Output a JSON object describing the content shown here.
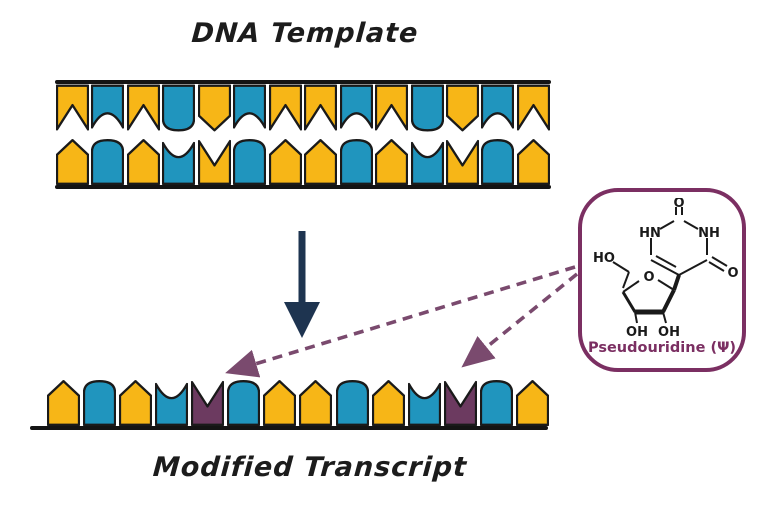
{
  "titles": {
    "dna_template": "DNA Template",
    "modified_transcript": "Modified Transcript"
  },
  "colors": {
    "yellow": "#F7B617",
    "blue": "#2095BE",
    "purple": "#6C3A60",
    "outline": "#1a1a1a",
    "arrow_navy": "#1E3450",
    "box_border": "#7B2F62",
    "dashed_arrow": "#7A4A6E",
    "label_purple": "#7B2F62"
  },
  "strands": {
    "template_top": {
      "direction": "down",
      "bases": [
        {
          "shape": "notch",
          "color": "yellow"
        },
        {
          "shape": "arc",
          "color": "blue"
        },
        {
          "shape": "notch",
          "color": "yellow"
        },
        {
          "shape": "round",
          "color": "blue"
        },
        {
          "shape": "point",
          "color": "yellow"
        },
        {
          "shape": "arc",
          "color": "blue"
        },
        {
          "shape": "notch",
          "color": "yellow"
        },
        {
          "shape": "notch",
          "color": "yellow"
        },
        {
          "shape": "arc",
          "color": "blue"
        },
        {
          "shape": "notch",
          "color": "yellow"
        },
        {
          "shape": "round",
          "color": "blue"
        },
        {
          "shape": "point",
          "color": "yellow"
        },
        {
          "shape": "arc",
          "color": "blue"
        },
        {
          "shape": "notch",
          "color": "yellow"
        }
      ]
    },
    "template_bottom": {
      "direction": "up",
      "bases": [
        {
          "shape": "point",
          "color": "yellow"
        },
        {
          "shape": "round",
          "color": "blue"
        },
        {
          "shape": "point",
          "color": "yellow"
        },
        {
          "shape": "concave",
          "color": "blue"
        },
        {
          "shape": "notch",
          "color": "yellow"
        },
        {
          "shape": "round",
          "color": "blue"
        },
        {
          "shape": "point",
          "color": "yellow"
        },
        {
          "shape": "point",
          "color": "yellow"
        },
        {
          "shape": "round",
          "color": "blue"
        },
        {
          "shape": "point",
          "color": "yellow"
        },
        {
          "shape": "concave",
          "color": "blue"
        },
        {
          "shape": "notch",
          "color": "yellow"
        },
        {
          "shape": "round",
          "color": "blue"
        },
        {
          "shape": "point",
          "color": "yellow"
        }
      ]
    },
    "transcript": {
      "direction": "up",
      "bases": [
        {
          "shape": "point",
          "color": "yellow"
        },
        {
          "shape": "round",
          "color": "blue"
        },
        {
          "shape": "point",
          "color": "yellow"
        },
        {
          "shape": "concave",
          "color": "blue"
        },
        {
          "shape": "notch",
          "color": "purple"
        },
        {
          "shape": "round",
          "color": "blue"
        },
        {
          "shape": "point",
          "color": "yellow"
        },
        {
          "shape": "point",
          "color": "yellow"
        },
        {
          "shape": "round",
          "color": "blue"
        },
        {
          "shape": "point",
          "color": "yellow"
        },
        {
          "shape": "concave",
          "color": "blue"
        },
        {
          "shape": "notch",
          "color": "purple"
        },
        {
          "shape": "round",
          "color": "blue"
        },
        {
          "shape": "point",
          "color": "yellow"
        }
      ]
    }
  },
  "pseudouridine": {
    "label": "Pseudouridine (Ψ)",
    "atoms": {
      "o_top": "O",
      "n1": "HN",
      "n3": "NH",
      "o_right": "O",
      "ho": "HO",
      "ring_o": "O",
      "oh_left": "OH",
      "oh_right": "OH"
    }
  }
}
